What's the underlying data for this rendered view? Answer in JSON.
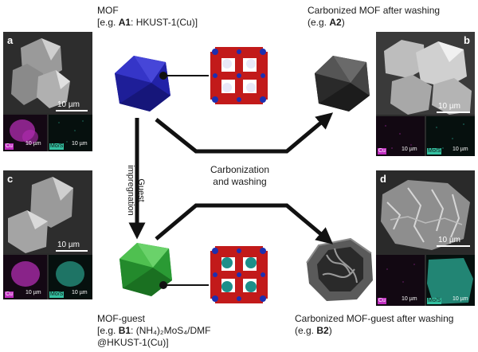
{
  "top_left": {
    "line1": "MOF",
    "line2_pre": "[e.g. ",
    "line2_bold": "A1",
    "line2_post": ": HKUST-1(Cu)]"
  },
  "top_right": {
    "line1": "Carbonized MOF after washing",
    "line2_pre": "(e.g. ",
    "line2_bold": "A2",
    "line2_post": ")"
  },
  "bottom_left": {
    "line1": "MOF-guest",
    "line2_pre": "[e.g. ",
    "line2_bold": "B1",
    "line2_post": ": (NH₄)₂MoS₄/DMF",
    "line3": "@HKUST-1(Cu)]"
  },
  "bottom_right": {
    "line1": "Carbonized MOF-guest after washing",
    "line2_pre": "(e.g. ",
    "line2_bold": "B2",
    "line2_post": ")"
  },
  "arrow_guest": {
    "line1": "Guest",
    "line2": "impregnation"
  },
  "arrow_carbon": {
    "line1": "Carbonization",
    "line2": "and washing"
  },
  "panels": {
    "a": {
      "letter": "a",
      "scale": "10 µm",
      "eds_scale_left": "10 µm",
      "eds_scale_right": "10 µm",
      "tag_cu": "Cu",
      "tag_mo": "Mo/S"
    },
    "b": {
      "letter": "b",
      "scale": "10 µm",
      "eds_scale_left": "10 µm",
      "eds_scale_right": "10 µm",
      "tag_cu": "Cu",
      "tag_mo": "Mo/S"
    },
    "c": {
      "letter": "c",
      "scale": "10 µm",
      "eds_scale_left": "10 µm",
      "eds_scale_right": "10 µm",
      "tag_cu": "Cu",
      "tag_mo": "Mo/S"
    },
    "d": {
      "letter": "d",
      "scale": "10 µm",
      "eds_scale_left": "10 µm",
      "eds_scale_right": "10 µm",
      "tag_cu": "Cu",
      "tag_mo": "Mo/S"
    }
  },
  "colors": {
    "mof_blue": "#2a2ab8",
    "mof_guest_green": "#2fa83a",
    "carbon_grey": "#3a3a3a",
    "arrow": "#111111",
    "cu_map": "#b02cb0",
    "mo_map": "#2fb8a0"
  }
}
